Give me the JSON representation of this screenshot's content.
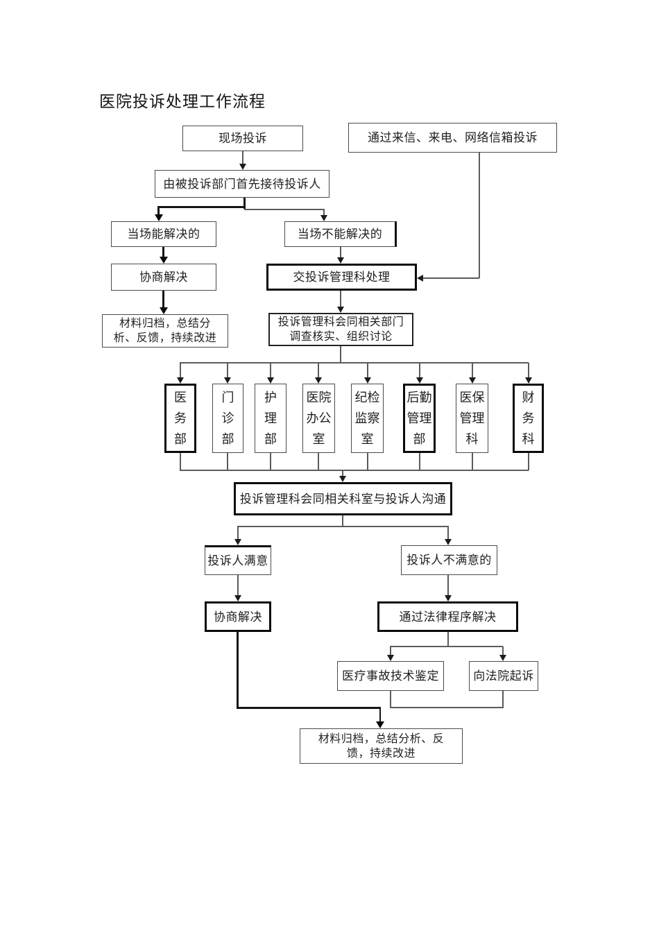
{
  "title": "医院投诉处理工作流程",
  "flow": {
    "onsite_complaint": "现场投诉",
    "remote_complaint": "通过来信、来电、网络信箱投诉",
    "first_reception": "由被投诉部门首先接待投诉人",
    "solvable_onsite": "当场能解决的",
    "not_solvable_onsite": "当场不能解决的",
    "negotiate_resolve": "协商解决",
    "transfer_to_mgmt": "交投诉管理科处理",
    "archive_left": [
      "材料归档，总结分",
      "析、反馈，持续改进"
    ],
    "joint_investigation": [
      "投诉管理科会同相关部门",
      "调查核实、组织讨论"
    ],
    "departments": [
      {
        "name": "医务部",
        "lines": [
          "医",
          "务",
          "部"
        ]
      },
      {
        "name": "门诊部",
        "lines": [
          "门",
          "诊",
          "部"
        ]
      },
      {
        "name": "护理部",
        "lines": [
          "护",
          "理",
          "部"
        ]
      },
      {
        "name": "医院办公室",
        "lines": [
          "医院",
          "办公",
          "室"
        ]
      },
      {
        "name": "纪检监察室",
        "lines": [
          "纪检",
          "监察",
          "室"
        ]
      },
      {
        "name": "后勤管理部",
        "lines": [
          "后勤",
          "管理",
          "部"
        ]
      },
      {
        "name": "医保管理科",
        "lines": [
          "医保",
          "管理",
          "科"
        ]
      },
      {
        "name": "财务科",
        "lines": [
          "财",
          "务",
          "科"
        ]
      }
    ],
    "communicate": "投诉管理科会同相关科室与投诉人沟通",
    "satisfied": "投诉人满意",
    "not_satisfied": "投诉人不满意的",
    "negotiate_resolve_2": "协商解决",
    "legal_procedure": "通过法律程序解决",
    "malpractice_appraisal": "医疗事故技术鉴定",
    "sue_in_court": "向法院起诉",
    "archive_bottom": [
      "材料归档，总结分析、反",
      "馈，持续改进"
    ]
  }
}
